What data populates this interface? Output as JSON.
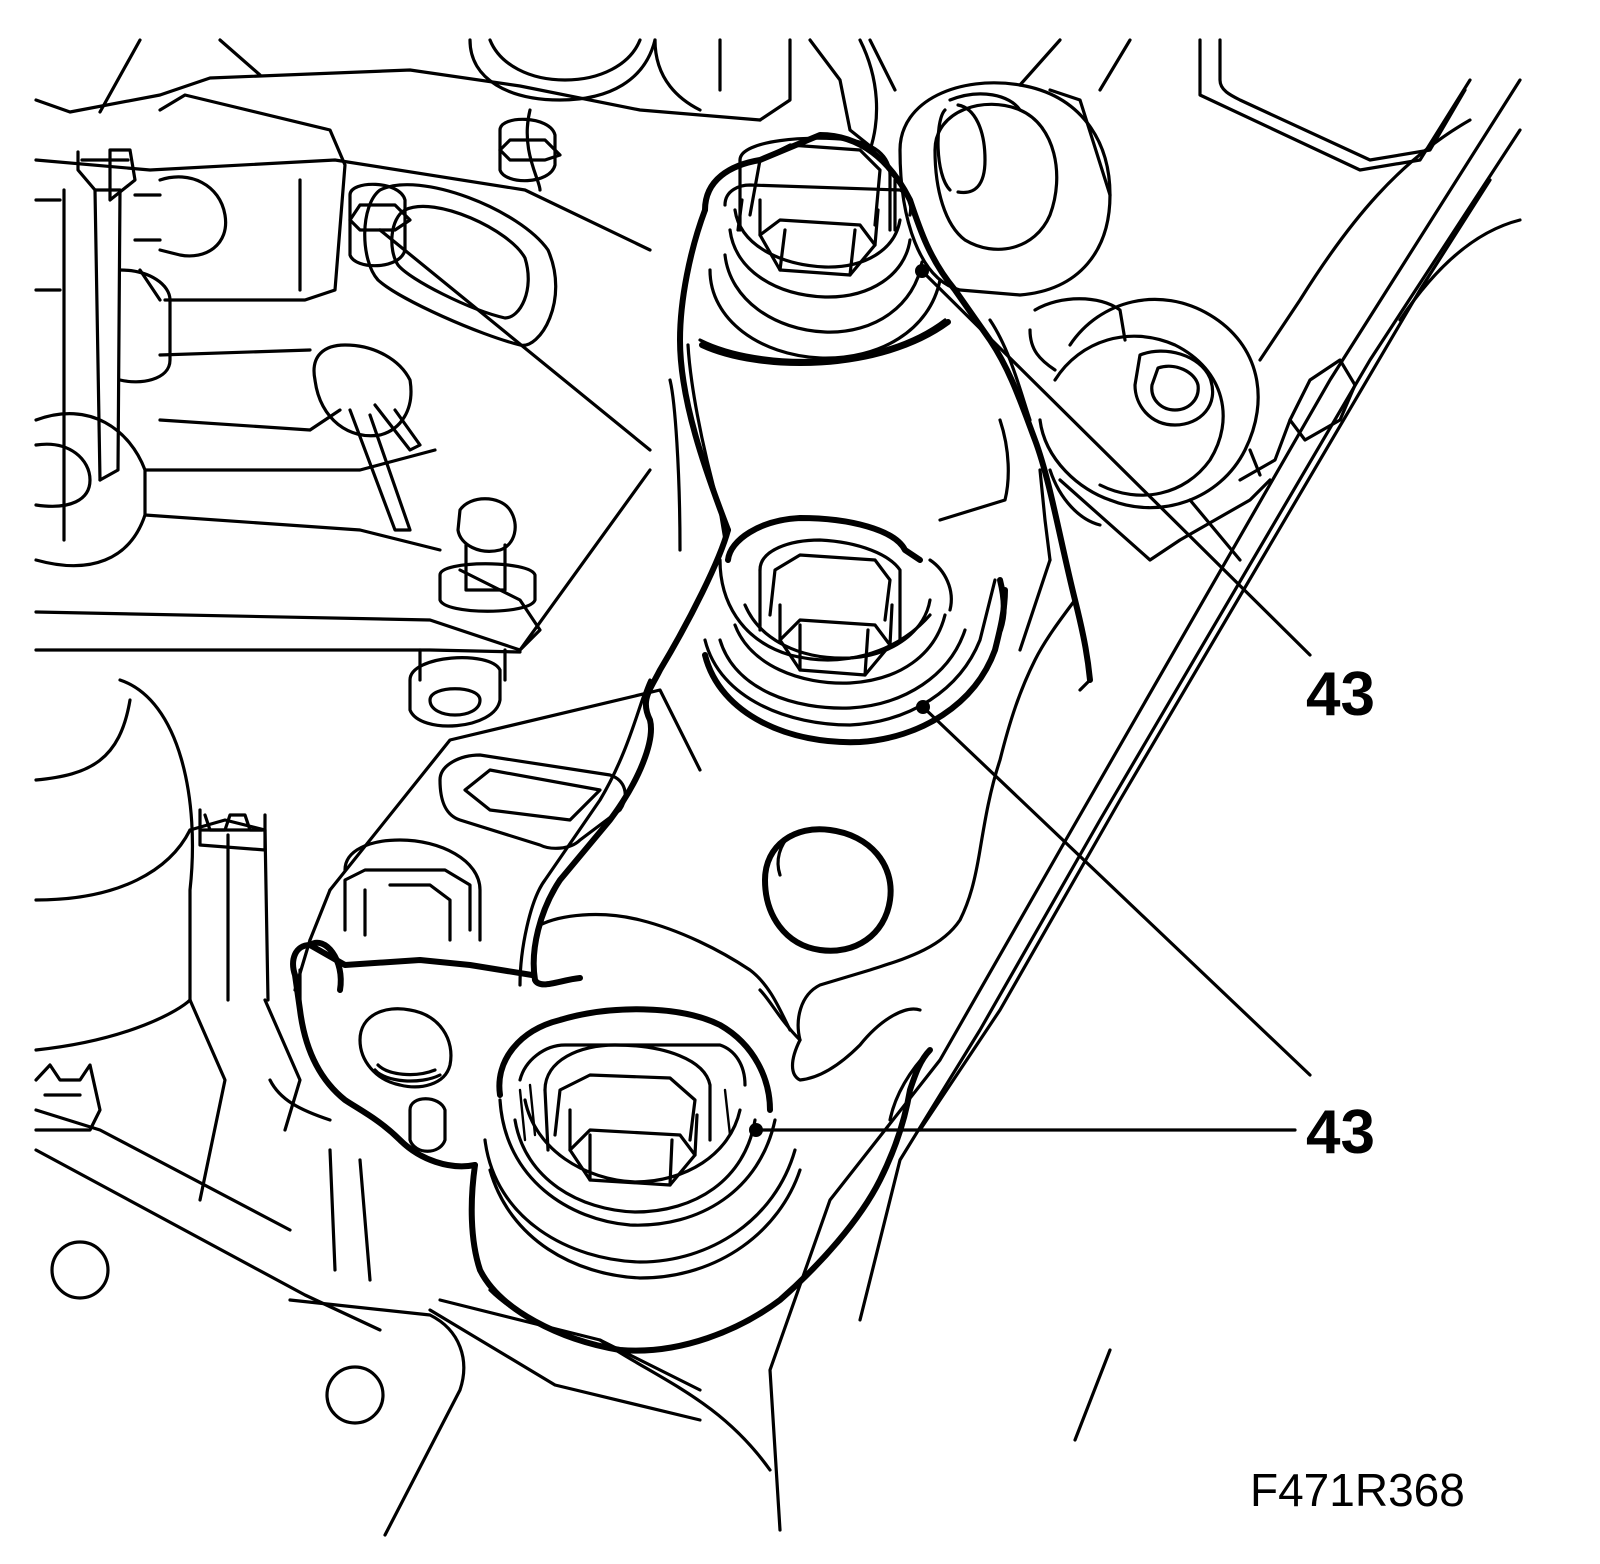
{
  "callouts": [
    {
      "label": "43"
    },
    {
      "label": "43"
    }
  ],
  "figure_code": "F471R368",
  "colors": {
    "line": "#000000",
    "background": "#ffffff"
  }
}
